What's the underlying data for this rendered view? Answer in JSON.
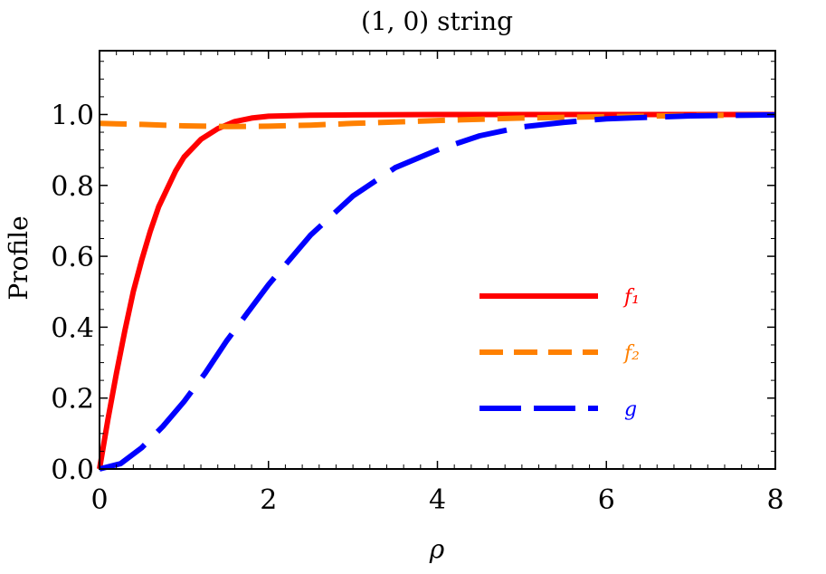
{
  "chart_data": {
    "type": "line",
    "title": "(1, 0) string",
    "xlabel": "ρ",
    "ylabel": "Profile",
    "xlim": [
      0,
      8
    ],
    "ylim": [
      0,
      1.18
    ],
    "xticks": [
      0,
      2,
      4,
      6,
      8
    ],
    "yticks": [
      0.0,
      0.2,
      0.4,
      0.6,
      0.8,
      1.0
    ],
    "ytick_labels": [
      "0.0",
      "0.2",
      "0.4",
      "0.6",
      "0.8",
      "1.0"
    ],
    "grid": false,
    "legend_position": "center-right",
    "series": [
      {
        "name": "f₁",
        "color": "#ff0000",
        "style": "solid",
        "x": [
          0,
          0.1,
          0.2,
          0.3,
          0.4,
          0.5,
          0.6,
          0.7,
          0.8,
          0.9,
          1.0,
          1.2,
          1.4,
          1.6,
          1.8,
          2.0,
          2.5,
          3.0,
          4.0,
          5.0,
          6.0,
          7.0,
          8.0
        ],
        "values": [
          0,
          0.14,
          0.27,
          0.39,
          0.5,
          0.59,
          0.67,
          0.74,
          0.79,
          0.84,
          0.88,
          0.93,
          0.96,
          0.98,
          0.99,
          0.995,
          0.998,
          0.999,
          1.0,
          1.0,
          1.0,
          1.0,
          1.0
        ]
      },
      {
        "name": "f₂",
        "color": "#ff8000",
        "style": "dashed",
        "x": [
          0,
          0.5,
          1.0,
          1.5,
          2.0,
          2.5,
          3.0,
          4.0,
          5.0,
          6.0,
          7.0,
          8.0
        ],
        "values": [
          0.975,
          0.972,
          0.968,
          0.966,
          0.967,
          0.97,
          0.975,
          0.983,
          0.99,
          0.994,
          0.997,
          0.999
        ]
      },
      {
        "name": "g",
        "color": "#0000ff",
        "style": "long-dashed",
        "x": [
          0,
          0.25,
          0.5,
          0.75,
          1.0,
          1.25,
          1.5,
          1.75,
          2.0,
          2.5,
          3.0,
          3.5,
          4.0,
          4.5,
          5.0,
          5.5,
          6.0,
          7.0,
          8.0
        ],
        "values": [
          0,
          0.015,
          0.06,
          0.12,
          0.19,
          0.27,
          0.36,
          0.44,
          0.52,
          0.66,
          0.77,
          0.85,
          0.9,
          0.94,
          0.965,
          0.978,
          0.988,
          0.996,
          0.999
        ]
      }
    ]
  }
}
